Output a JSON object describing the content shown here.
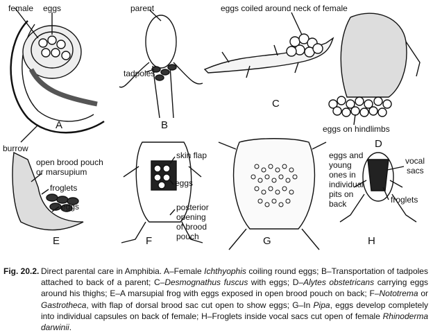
{
  "figure": {
    "panels": {
      "A": {
        "letter": "A",
        "labels": [
          "female",
          "eggs",
          "burrow"
        ]
      },
      "B": {
        "letter": "B",
        "labels": [
          "parent",
          "tadpoles"
        ]
      },
      "C": {
        "letter": "C",
        "labels": [
          "eggs coiled around neck of female"
        ]
      },
      "D": {
        "letter": "D",
        "labels": [
          "eggs on hindlimbs"
        ]
      },
      "E": {
        "letter": "E",
        "labels": [
          "open brood pouch",
          "or marsupium",
          "froglets",
          "eggs"
        ]
      },
      "F": {
        "letter": "F",
        "labels": [
          "skin flap",
          "eggs",
          "posterior",
          "opening",
          "of brood",
          "pouch"
        ]
      },
      "G": {
        "letter": "G",
        "labels": [
          "eggs and",
          "young",
          "ones in",
          "individual",
          "pits on",
          "back"
        ]
      },
      "H": {
        "letter": "H",
        "labels": [
          "vocal",
          "sacs",
          "froglets"
        ]
      }
    }
  },
  "caption": {
    "number": "Fig. 20.2.",
    "segments": [
      "Direct parental care in Amphibia. A–Female ",
      "Ichthyophis",
      " coiling round eggs; B–Transportation of tadpoles attached to back of a parent; C–",
      "Desmognathus fuscus",
      " with eggs; D–",
      "Alytes obstetricans",
      " carrying eggs around his thighs; E–A marsupial frog with eggs exposed in open brood pouch on back; F–",
      "Nototrema",
      " or ",
      "Gastrotheca",
      ", with flap of dorsal brood sac cut open to show eggs; G–In ",
      "Pipa",
      ", eggs develop completely into individual capsules on back of female; H–Froglets inside vocal sacs cut open of female ",
      "Rhinoderma darwinii",
      "."
    ]
  }
}
